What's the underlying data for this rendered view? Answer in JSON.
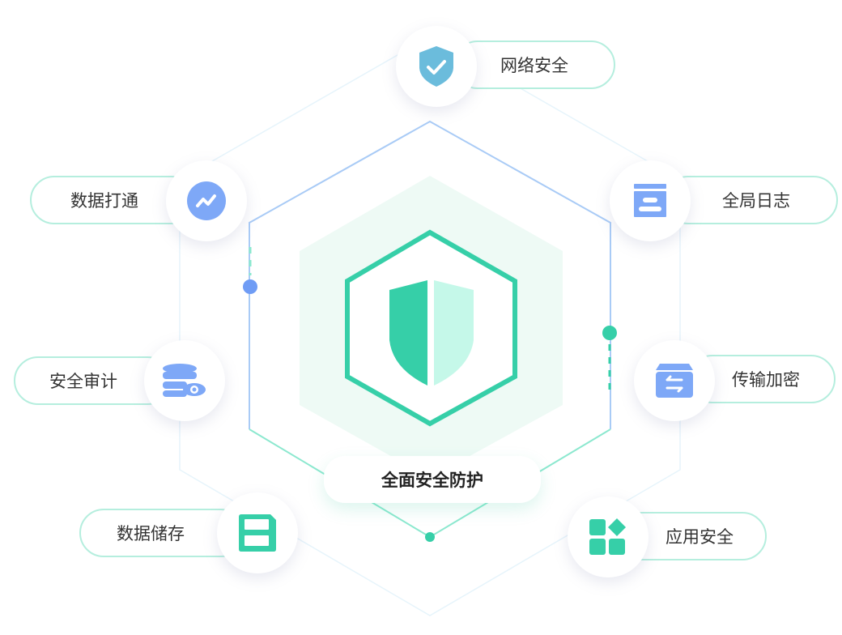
{
  "center": {
    "label": "全面安全防护"
  },
  "nodes": [
    {
      "id": "network",
      "label": "网络安全",
      "icon": "shield-check-icon"
    },
    {
      "id": "data-connect",
      "label": "数据打通",
      "icon": "trend-icon"
    },
    {
      "id": "log",
      "label": "全局日志",
      "icon": "log-icon"
    },
    {
      "id": "audit",
      "label": "安全审计",
      "icon": "database-eye-icon"
    },
    {
      "id": "transfer",
      "label": "传输加密",
      "icon": "transfer-box-icon"
    },
    {
      "id": "storage",
      "label": "数据储存",
      "icon": "save-icon"
    },
    {
      "id": "app",
      "label": "应用安全",
      "icon": "apps-icon"
    }
  ],
  "colors": {
    "green": "#36cfa8",
    "light_green": "#c5f8e9",
    "blue": "#7ea8f7",
    "sky": "#6bbcdc",
    "border": "#b5eede"
  }
}
